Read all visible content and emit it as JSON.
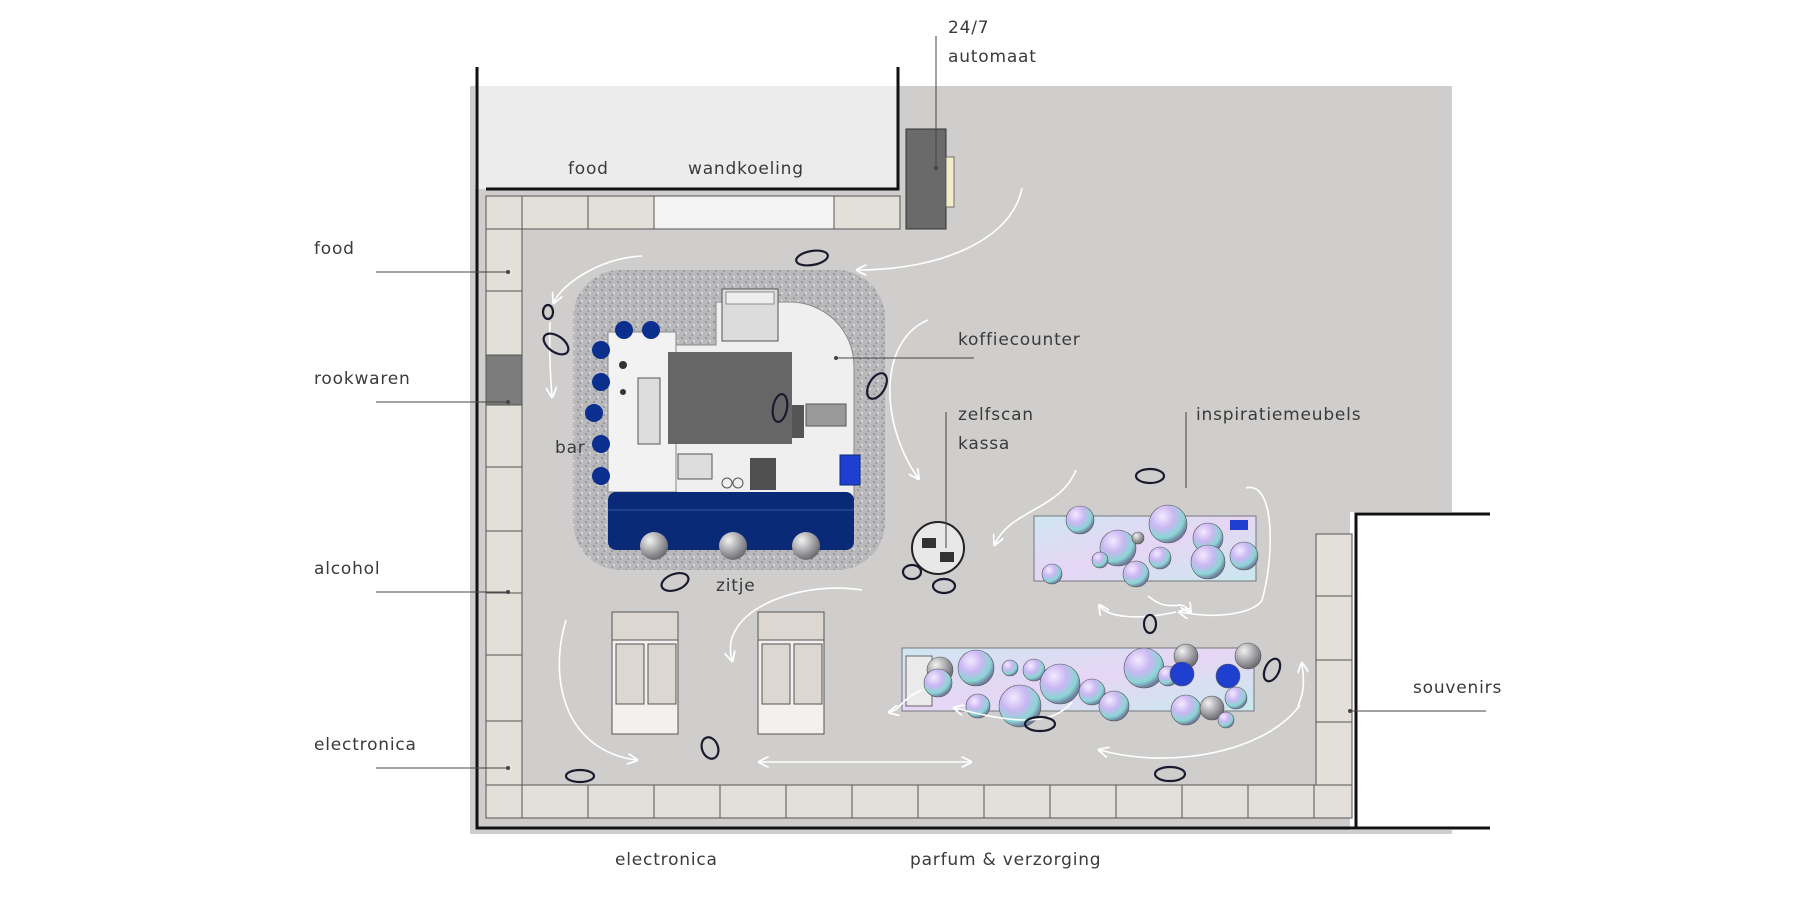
{
  "labels": {
    "automaat_l1": "24/7",
    "automaat_l2": "automaat",
    "food_top": "food",
    "wandkoeling": "wandkoeling",
    "food_left": "food",
    "rookwaren": "rookwaren",
    "alcohol": "alcohol",
    "electronica_left": "electronica",
    "electronica_bottom": "electronica",
    "parfum": "parfum & verzorging",
    "koffiecounter": "koffiecounter",
    "zelfscan_l1": "zelfscan",
    "zelfscan_l2": "kassa",
    "inspiratiemeubels": "inspiratiemeubels",
    "souvenirs": "souvenirs",
    "bar": "bar",
    "zitje": "zitje"
  },
  "colors": {
    "floor": "#cfcecd",
    "wall": "#111111",
    "shelf": "#e3dfd9",
    "navy": "#0a2a78",
    "dark_counter": "#666666",
    "leader": "#444444"
  },
  "icons": [
    "person-icon",
    "flow-arrow-icon",
    "plant-icon"
  ]
}
